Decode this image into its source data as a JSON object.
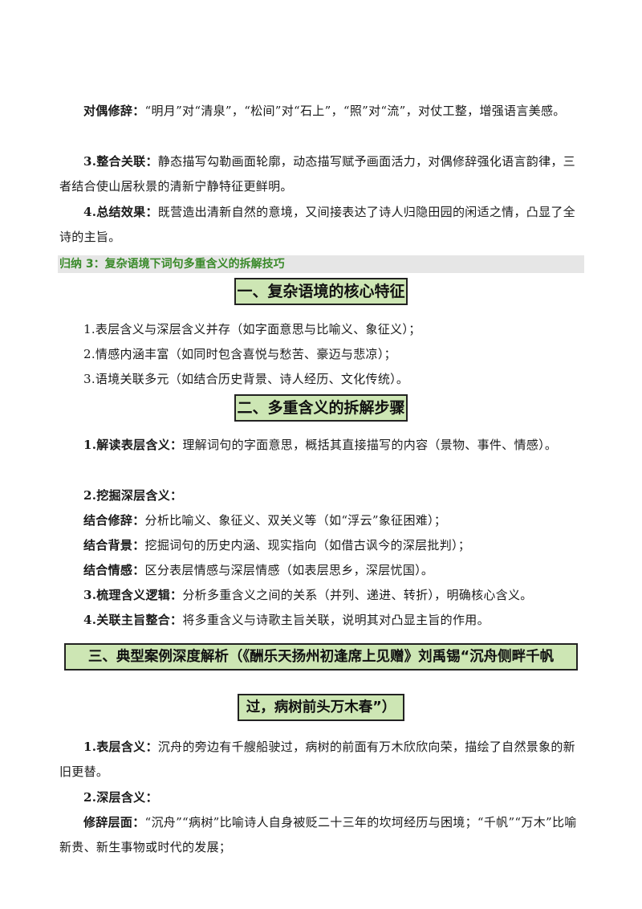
{
  "p1": {
    "label": "对偶修辞：",
    "text": "“明月”对“清泉”，“松间”对“石上”，“照”对“流”，对仗工整，增强语言美感。"
  },
  "p2": {
    "label": "3.整合关联：",
    "text": "静态描写勾勒画面轮廓，动态描写赋予画面活力，对偶修辞强化语言韵律，三者结合使山居秋景的清新宁静特征更鲜明。"
  },
  "p3": {
    "label": "4.总结效果：",
    "text": "既营造出清新自然的意境，又间接表达了诗人归隐田园的闲适之情，凸显了全诗的主旨。"
  },
  "section_bar": "归纳 3：复杂语境下词句多重含义的拆解技巧",
  "h1": "一、复杂语境的核心特征",
  "list1": [
    "1.表层含义与深层含义并存（如字面意思与比喻义、象征义）；",
    "2.情感内涵丰富（如同时包含喜悦与愁苦、豪迈与悲凉）；",
    "3.语境关联多元（如结合历史背景、诗人经历、文化传统）。"
  ],
  "h2": "二、多重含义的拆解步骤",
  "s1": {
    "label": "1.解读表层含义：",
    "text": "理解词句的字面意思，概括其直接描写的内容（景物、事件、情感）。"
  },
  "s2": {
    "label": "2.挖掘深层含义："
  },
  "s2a": {
    "label": "结合修辞：",
    "text": "分析比喻义、象征义、双关义等（如“浮云”象征困难）；"
  },
  "s2b": {
    "label": "结合背景：",
    "text": "挖掘词句的历史内涵、现实指向（如借古讽今的深层批判）；"
  },
  "s2c": {
    "label": "结合情感：",
    "text": "区分表层情感与深层情感（如表层思乡，深层忧国）。"
  },
  "s3": {
    "label": "3.梳理含义逻辑：",
    "text": "分析多重含义之间的关系（并列、递进、转折），明确核心含义。"
  },
  "s4": {
    "label": "4.关联主旨整合：",
    "text": "将多重含义与诗歌主旨关联，说明其对凸显主旨的作用。"
  },
  "h3_line1": "三、典型案例深度解析（《酬乐天扬州初逢席上见赠》刘禹锡“沉舟侧畔千帆",
  "h3_line2": "过，病树前头万木春”）",
  "c1": {
    "label": "1.表层含义：",
    "text": "沉舟的旁边有千艘船驶过，病树的前面有万木欣欣向荣，描绘了自然景象的新旧更替。"
  },
  "c2": {
    "label": "2.深层含义："
  },
  "c2a": {
    "label": "修辞层面：",
    "text": "“沉舟”“病树”比喻诗人自身被贬二十三年的坎坷经历与困境；“千帆”“万木”比喻新贵、新生事物或时代的发展；"
  }
}
